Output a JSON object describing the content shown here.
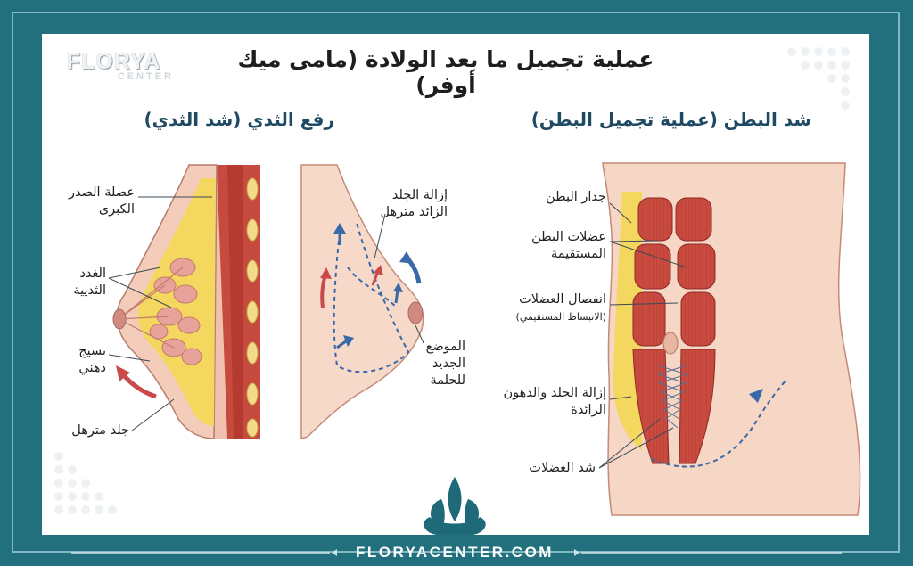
{
  "header": {
    "title": "عملية تجميل ما بعد الولادة (مامى ميك أوفر)"
  },
  "logo": {
    "name": "FLORYA",
    "sub": "CENTER"
  },
  "breast_section": {
    "title": "رفع الثدي (شد الثدي)",
    "labels": {
      "chest_muscle": "عضلة الصدر الكبرى",
      "mammary_glands": "الغدد الثديية",
      "fatty_tissue": "نسيج دهني",
      "saggy_skin": "جلد مترهل",
      "excess_skin_removal": "إزالة الجلد الزائد مترهل",
      "new_nipple_position": "الموضع الجديد للحلمة"
    }
  },
  "abdomen_section": {
    "title": "شد البطن (عملية تجميل البطن)",
    "labels": {
      "abdominal_wall": "جدار البطن",
      "rectus_muscles": "عضلات البطن المستقيمة",
      "muscle_separation": "انفصال العضلات",
      "diastasis": "(الانبساط المستقيمي)",
      "skin_fat_removal": "إزالة الجلد والدهون الزائدة",
      "muscle_tightening": "شد العضلات"
    }
  },
  "footer": {
    "url": "FLORYACENTER.COM"
  },
  "colors": {
    "frame": "#22707e",
    "skin": "#f5d3c2",
    "muscle": "#c7493e",
    "fat": "#f4d75e",
    "arrow_blue": "#3a69a8",
    "arrow_red": "#c84a4a",
    "title_blue": "#1f4a64"
  }
}
